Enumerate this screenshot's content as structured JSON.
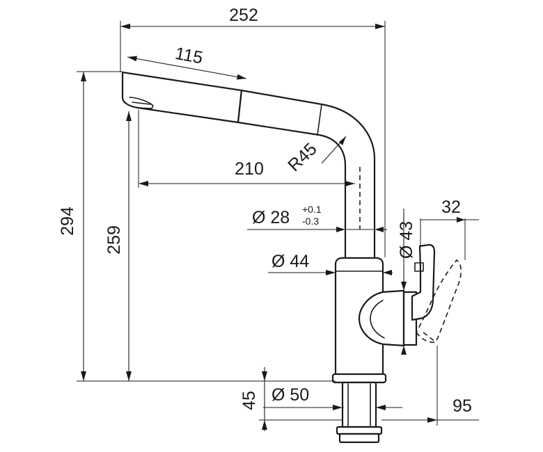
{
  "dimensions": {
    "overall_width": "252",
    "spout_length": "115",
    "reach": "210",
    "bend_radius": "R45",
    "overall_height": "294",
    "spout_height": "259",
    "shank_height": "45",
    "pipe_diameter_main": "Ø 28",
    "pipe_tol_plus": "+0.1",
    "pipe_tol_minus": "-0.3",
    "body_diameter": "Ø 44",
    "hub_diameter": "Ø 43",
    "lever_width": "32",
    "base_diameter": "Ø 50",
    "lever_depth": "95"
  }
}
